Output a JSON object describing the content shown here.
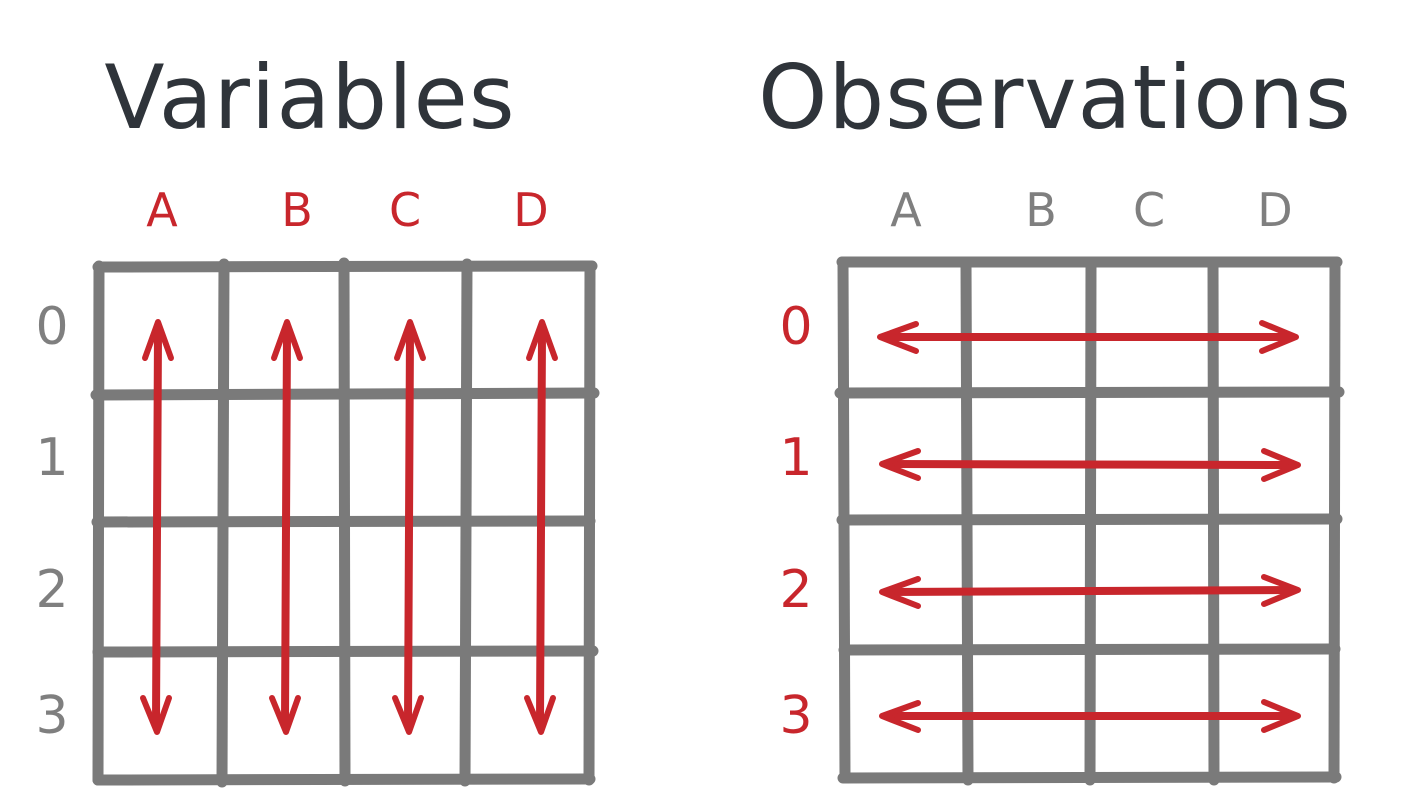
{
  "colors": {
    "title": "#2f343a",
    "grid": "#7a7a7a",
    "highlight": "#c8262c",
    "muted_label": "#7f7f7f"
  },
  "panels": [
    {
      "id": "variables",
      "title": "Variables",
      "columns": [
        "A",
        "B",
        "C",
        "D"
      ],
      "rows": [
        "0",
        "1",
        "2",
        "3"
      ],
      "highlighted_axis": "columns",
      "arrow_direction": "vertical"
    },
    {
      "id": "observations",
      "title": "Observations",
      "columns": [
        "A",
        "B",
        "C",
        "D"
      ],
      "rows": [
        "0",
        "1",
        "2",
        "3"
      ],
      "highlighted_axis": "rows",
      "arrow_direction": "horizontal"
    }
  ]
}
